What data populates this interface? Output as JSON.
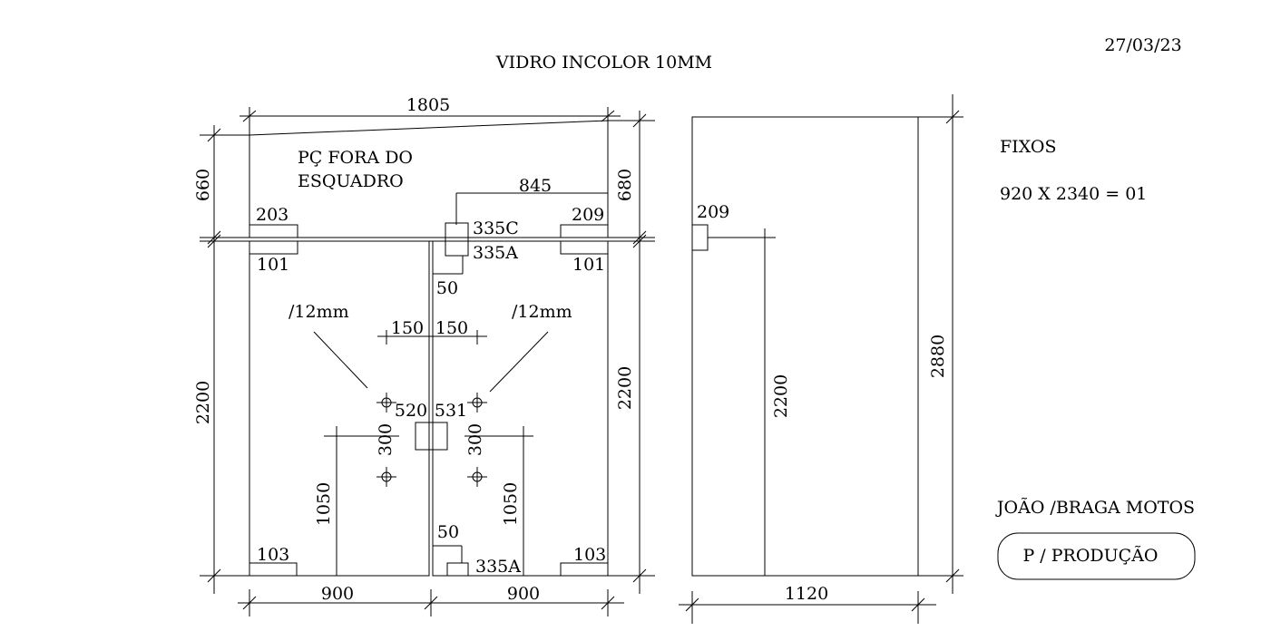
{
  "header": {
    "title": "VIDRO INCOLOR 10MM",
    "date": "27/03/23"
  },
  "left_elevation": {
    "top_width": "1805",
    "left_upper_height": "660",
    "right_upper_height": "680",
    "left_lower_height": "2200",
    "right_lower_height": "2200",
    "note_line_1": "PÇ FORA DO",
    "note_line_2": "ESQUADRO",
    "offset_845": "845",
    "fitting_203": "203",
    "fitting_209": "209",
    "fitting_101_left": "101",
    "fitting_101_right": "101",
    "fitting_335c": "335C",
    "fitting_335a_top": "335A",
    "fitting_335a_bottom": "335A",
    "fitting_103_left": "103",
    "fitting_103_right": "103",
    "dim_50_top": "50",
    "dim_50_bottom": "50",
    "hole_left": "∕12mm",
    "hole_right": "∕12mm",
    "dim_150_left": "150",
    "dim_150_right": "150",
    "fitting_520": "520",
    "fitting_531": "531",
    "dim_300_left": "300",
    "dim_300_right": "300",
    "dim_1050_left": "1050",
    "dim_1050_right": "1050",
    "width_900_left": "900",
    "width_900_right": "900"
  },
  "right_elevation": {
    "fitting_209": "209",
    "height_2200": "2200",
    "height_2880": "2880",
    "width_1120": "1120"
  },
  "notes": {
    "fixed_label": "FIXOS",
    "fixed_spec": "920 X 2340 = 01",
    "client": "JOÃO /BRAGA MOTOS",
    "stamp": "P / PRODUÇÃO"
  }
}
